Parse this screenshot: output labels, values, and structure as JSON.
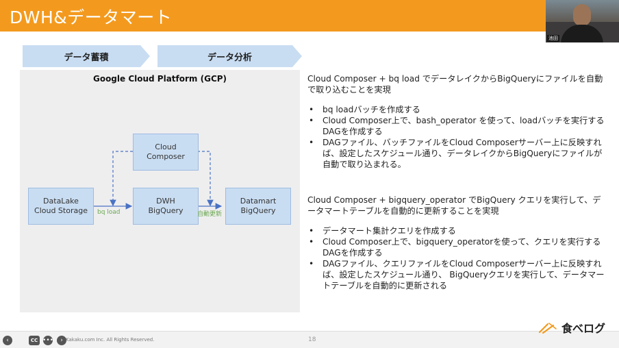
{
  "header": {
    "title": "DWH&データマート"
  },
  "presenter": {
    "name": "池田"
  },
  "steps": {
    "step1": "データ蓄積",
    "step2": "データ分析"
  },
  "diagram": {
    "title": "Google Cloud Platform (GCP)",
    "nodes": {
      "composer": "Cloud\nComposer",
      "datalake": "DataLake\nCloud Storage",
      "dwh": "DWH\nBigQuery",
      "datamart": "Datamart\nBigQuery"
    },
    "edges": {
      "load": "bq load",
      "update": "自動更新"
    },
    "colors": {
      "box_fill": "#c9ddf2",
      "box_border": "#9dbbe0",
      "arrow": "#4a72c4",
      "label": "#6aa84f"
    }
  },
  "section1": {
    "intro": "Cloud Composer + bq load でデータレイクからBigQueryにファイルを自動で取り込むことを実現",
    "bullets": [
      "bq loadバッチを作成する",
      "Cloud Composer上で、bash_operator を使って、loadバッチを実行するDAGを作成する",
      "DAGファイル、バッチファイルをCloud Composerサーバー上に反映すれば、設定したスケジュール通り、データレイクからBigQueryにファイルが自動で取り込まれる。"
    ]
  },
  "section2": {
    "intro": "Cloud Composer + bigquery_operator でBigQuery クエリを実行して、データマートテーブルを自動的に更新することを実現",
    "bullets": [
      "データマート集計クエリを作成する",
      "Cloud Composer上で、bigquery_operatorを使って、クエリを実行するDAGを作成する",
      "DAGファイル、クエリファイルをCloud Composerサーバー上に反映すれば、設定したスケジュール通り、 BigQueryクエリを実行して、データマートテーブルを自動的に更新される"
    ]
  },
  "footer": {
    "copyright": "Kakaku.com Inc. All Rights Reserved.",
    "page": "18",
    "logo": "食べログ",
    "controls": {
      "prev": "‹",
      "cc": "CC",
      "more": "•••",
      "next": "›"
    }
  },
  "theme": {
    "accent": "#f39a1e"
  }
}
